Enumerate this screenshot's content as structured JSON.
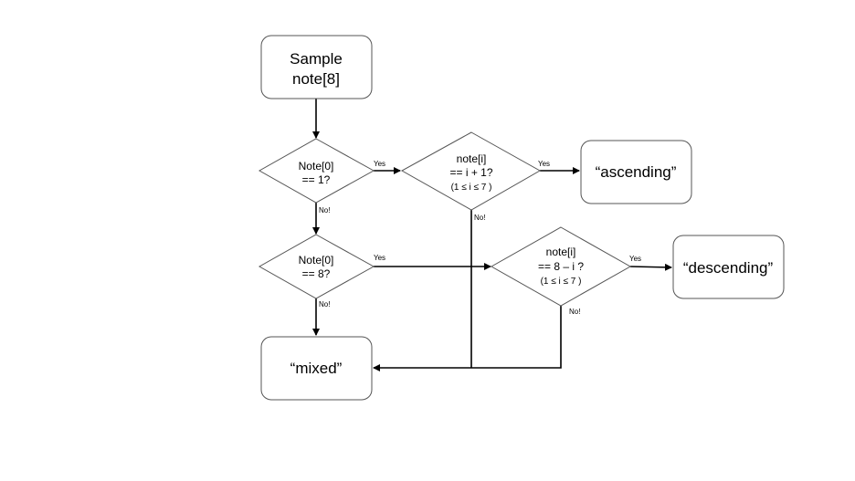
{
  "nodes": {
    "start": {
      "line1": "Sample",
      "line2": "note[8]"
    },
    "check_first_one": {
      "line1": "Note[0]",
      "line2": "== 1?"
    },
    "check_ascending": {
      "line1": "note[i]",
      "line2": "== i + 1?",
      "line3": "(1 ≤ i ≤ 7 )"
    },
    "result_ascending": {
      "label": "“ascending”"
    },
    "check_first_eight": {
      "line1": "Note[0]",
      "line2": "== 8?"
    },
    "check_descending": {
      "line1": "note[i]",
      "line2": "== 8 – i ?",
      "line3": "(1 ≤ i ≤ 7 )"
    },
    "result_descending": {
      "label": "“descending”"
    },
    "result_mixed": {
      "label": "“mixed”"
    }
  },
  "edges": {
    "first_one_yes": "Yes",
    "first_one_no": "No!",
    "ascending_yes": "Yes",
    "ascending_no": "No!",
    "first_eight_yes": "Yes",
    "first_eight_no": "No!",
    "descending_yes": "Yes",
    "descending_no": "No!"
  },
  "colors": {
    "shape_stroke": "#555555",
    "connector": "#000000",
    "background": "#ffffff"
  }
}
